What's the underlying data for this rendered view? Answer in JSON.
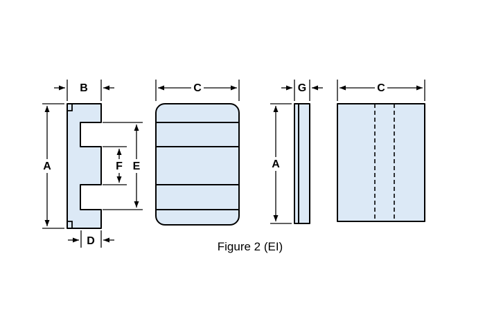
{
  "figure": {
    "caption": "Figure 2 (EI)",
    "dimension_labels": {
      "A": "A",
      "B": "B",
      "C": "C",
      "D": "D",
      "E": "E",
      "F": "F",
      "G": "G"
    },
    "colors": {
      "core_fill": "#dce9f6",
      "outline": "#000000",
      "background": "#ffffff"
    }
  }
}
